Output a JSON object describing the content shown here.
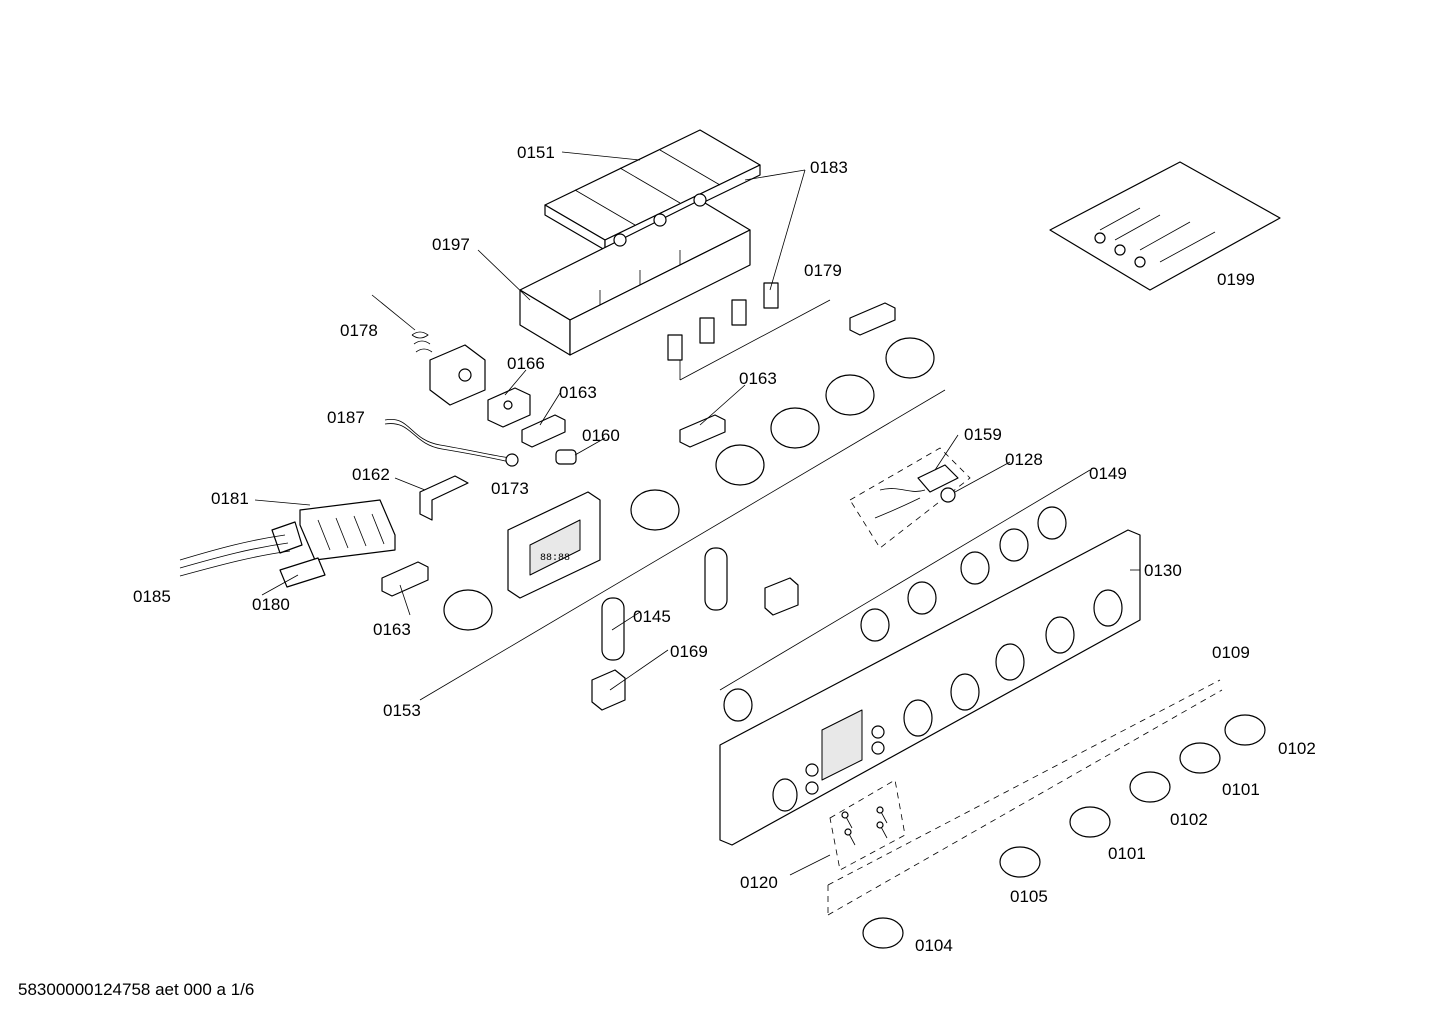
{
  "footer": {
    "doc_code": "58300000124758 aet 000 a 1/6"
  },
  "labels": {
    "p0151": "0151",
    "p0183": "0183",
    "p0197": "0197",
    "p0179": "0179",
    "p0178": "0178",
    "p0166": "0166",
    "p0163a": "0163",
    "p0163b": "0163",
    "p0163c": "0163",
    "p0187": "0187",
    "p0160": "0160",
    "p0162": "0162",
    "p0181": "0181",
    "p0173": "0173",
    "p0159": "0159",
    "p0128": "0128",
    "p0149": "0149",
    "p0185": "0185",
    "p0180": "0180",
    "p0145": "0145",
    "p0130": "0130",
    "p0169": "0169",
    "p0153": "0153",
    "p0109": "0109",
    "p0102a": "0102",
    "p0101a": "0101",
    "p0102b": "0102",
    "p0101b": "0101",
    "p0105": "0105",
    "p0120": "0120",
    "p0104": "0104",
    "p0199": "0199"
  }
}
